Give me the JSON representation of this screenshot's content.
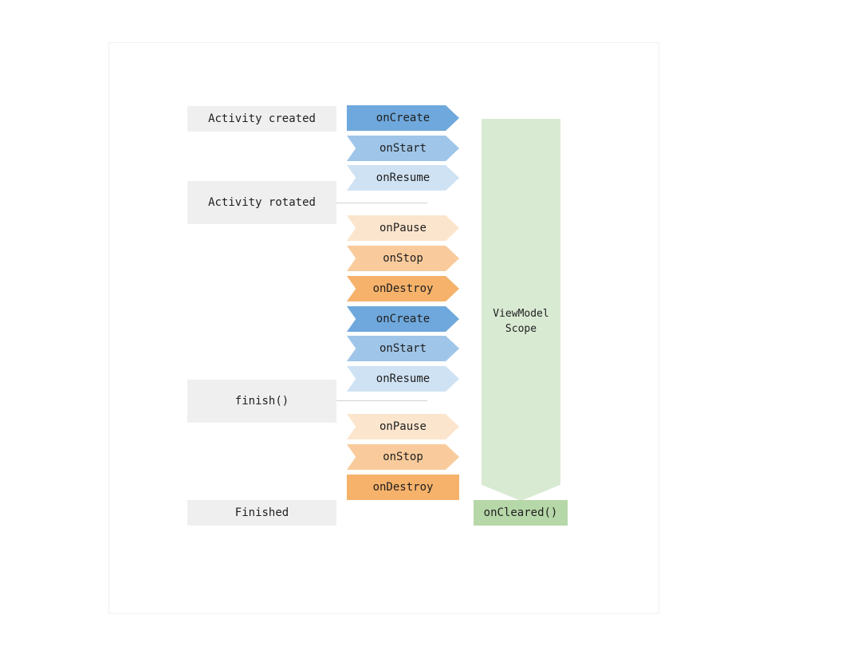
{
  "states": [
    {
      "label": "Activity created"
    },
    {
      "label": "Activity rotated"
    },
    {
      "label": "finish()"
    },
    {
      "label": "Finished"
    }
  ],
  "lifecycle": [
    {
      "label": "onCreate",
      "color": "#6fa8dc"
    },
    {
      "label": "onStart",
      "color": "#9fc5e8"
    },
    {
      "label": "onResume",
      "color": "#cfe2f3"
    },
    {
      "label": "onPause",
      "color": "#fce5cd"
    },
    {
      "label": "onStop",
      "color": "#f9cb9c"
    },
    {
      "label": "onDestroy",
      "color": "#f6b26b"
    },
    {
      "label": "onCreate",
      "color": "#6fa8dc"
    },
    {
      "label": "onStart",
      "color": "#9fc5e8"
    },
    {
      "label": "onResume",
      "color": "#cfe2f3"
    },
    {
      "label": "onPause",
      "color": "#fce5cd"
    },
    {
      "label": "onStop",
      "color": "#f9cb9c"
    },
    {
      "label": "onDestroy",
      "color": "#f6b26b"
    }
  ],
  "scope": {
    "line1": "ViewModel",
    "line2": "Scope",
    "color": "#d9ead3"
  },
  "cleared": {
    "label": "onCleared()",
    "color": "#b6d7a8"
  }
}
